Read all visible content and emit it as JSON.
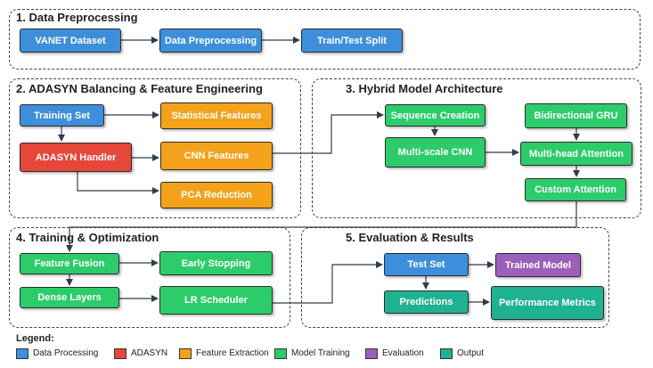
{
  "sections": {
    "s1": "1. Data Preprocessing",
    "s2": "2. ADASYN Balancing & Feature Engineering",
    "s3": "3. Hybrid Model Architecture",
    "s4": "4. Training & Optimization",
    "s5": "5. Evaluation & Results"
  },
  "nodes": {
    "vanet_dataset": "VANET Dataset",
    "data_preprocessing": "Data Preprocessing",
    "train_test_split": "Train/Test Split",
    "training_set": "Training Set",
    "statistical_features": "Statistical Features",
    "adasyn_handler": "ADASYN Handler",
    "cnn_features": "CNN Features",
    "pca_reduction": "PCA Reduction",
    "sequence_creation": "Sequence Creation",
    "multiscale_cnn": "Multi-scale CNN",
    "bidirectional_gru": "Bidirectional GRU",
    "multihead_attention": "Multi-head Attention",
    "custom_attention": "Custom Attention",
    "feature_fusion": "Feature Fusion",
    "early_stopping": "Early Stopping",
    "dense_layers": "Dense Layers",
    "lr_scheduler": "LR Scheduler",
    "test_set": "Test Set",
    "trained_model": "Trained Model",
    "predictions": "Predictions",
    "performance_metrics": "Performance Metrics"
  },
  "legend": {
    "title": "Legend:",
    "items": [
      {
        "label": "Data Processing",
        "color": "#3d8fdb"
      },
      {
        "label": "ADASYN",
        "color": "#e5473b"
      },
      {
        "label": "Feature Extraction",
        "color": "#f3a21a"
      },
      {
        "label": "Model Training",
        "color": "#2dcc6a"
      },
      {
        "label": "Evaluation",
        "color": "#9c5fba"
      },
      {
        "label": "Output",
        "color": "#1fb292"
      }
    ]
  }
}
